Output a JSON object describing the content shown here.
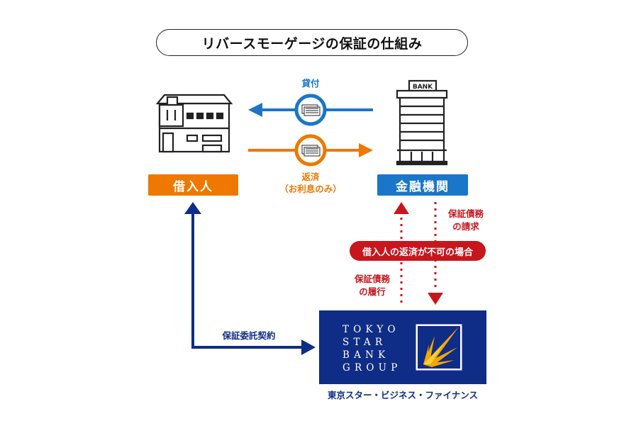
{
  "title": "リバースモーゲージの保証の仕組み",
  "borrower_label": "借入人",
  "bank_label": "金融機関",
  "bank_sign": "BANK",
  "loan_label": "貸付",
  "repay_label": "返済",
  "repay_note": "（お利息のみ）",
  "guarantee_request_line1": "保証債務",
  "guarantee_request_line2": "の請求",
  "default_case": "借入人の返済が不可の場合",
  "guarantee_perform_line1": "保証債務",
  "guarantee_perform_line2": "の履行",
  "contract_label": "保証委託契約",
  "guarantor_name": "東京スター・ビジネス・ファイナンス",
  "logo_words": [
    "TOKYO",
    "STAR",
    "BANK",
    "GROUP"
  ],
  "colors": {
    "orange": "#ee7800",
    "blue": "#1a76c8",
    "navy": "#0f2d86",
    "red": "#c8161d"
  }
}
